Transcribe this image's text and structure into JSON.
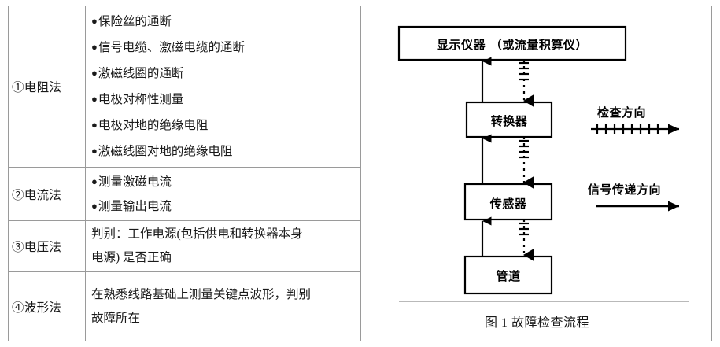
{
  "table": {
    "rows": [
      {
        "method": "①电阻法",
        "type": "bullets",
        "items": [
          "保险丝的通断",
          "信号电缆、激磁电缆的通断",
          "激磁线圈的通断",
          "电极对称性测量",
          "电极对地的绝缘电阻",
          "激磁线圈对地的绝缘电阻"
        ]
      },
      {
        "method": "②电流法",
        "type": "bullets",
        "items": [
          "测量激磁电流",
          "测量输出电流"
        ]
      },
      {
        "method": "③电压法",
        "type": "paragraph",
        "lines": [
          "判别：工作电源(包括供电和转换器本身",
          "电源) 是否正确"
        ]
      },
      {
        "method": "④波形法",
        "type": "paragraph",
        "lines": [
          "在熟悉线路基础上测量关键点波形，判别",
          "故障所在"
        ]
      }
    ],
    "bullet_glyph": "●"
  },
  "diagram": {
    "boxes": [
      {
        "label": "显示仪器 （或流量积算仪）"
      },
      {
        "label": "转换器"
      },
      {
        "label": "传感器"
      },
      {
        "label": "管道"
      }
    ],
    "legend": [
      {
        "label": "检查方向",
        "style": "ticked-arrow"
      },
      {
        "label": "信号传递方向",
        "style": "plain-arrow"
      }
    ],
    "caption": "图 1  故障检查流程",
    "colors": {
      "line": "#000000",
      "frame": "#9a9a9a",
      "rule": "#b9b9b9"
    }
  }
}
